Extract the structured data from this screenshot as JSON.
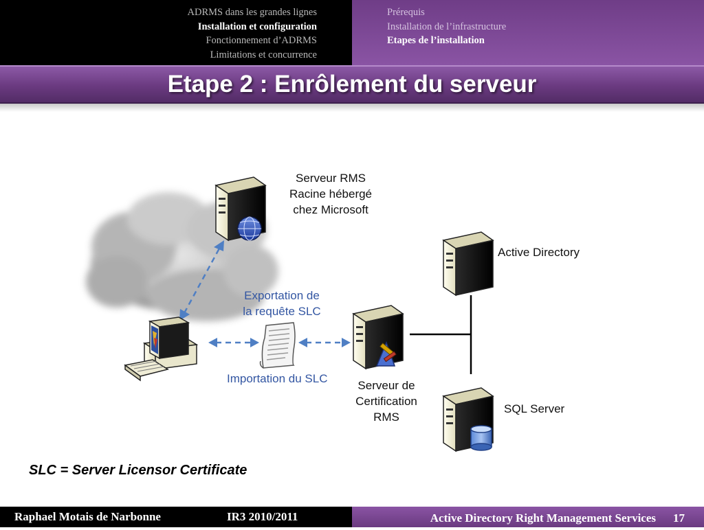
{
  "nav": {
    "left_items": [
      {
        "label": "ADRMS  dans les grandes lignes",
        "active": false
      },
      {
        "label": "Installation et configuration",
        "active": true
      },
      {
        "label": "Fonctionnement d’ADRMS",
        "active": false
      },
      {
        "label": "Limitations et concurrence",
        "active": false
      }
    ],
    "right_items": [
      {
        "label": "Prérequis",
        "active": false
      },
      {
        "label": "Installation de l’infrastructure",
        "active": false
      },
      {
        "label": "Etapes  de l’installation",
        "active": true
      }
    ]
  },
  "title": "Etape 2 : Enrôlement du serveur",
  "diagram": {
    "root_server_label": [
      "Serveur RMS",
      "Racine hébergé",
      "chez Microsoft"
    ],
    "active_directory_label": "Active Directory",
    "export_label": [
      "Exportation de",
      "la requête SLC"
    ],
    "import_label": "Importation du SLC",
    "cert_server_label": [
      "Serveur de",
      "Certification",
      "RMS"
    ],
    "sql_server_label": "SQL Server",
    "icons": [
      "cloud-icon",
      "server-globe-icon",
      "workstation-icon",
      "document-icon",
      "server-tools-icon",
      "server-icon",
      "server-database-icon"
    ]
  },
  "note": "SLC = Server Licensor Certificate",
  "footer": {
    "author": "Raphael Motais de Narbonne",
    "class": "IR3  2010/2011",
    "course": "Active Directory Right Management Services",
    "page": "17"
  },
  "colors": {
    "purple": "#7a4795",
    "nav_dark": "#000000",
    "arrow_blue": "#4f7fc4",
    "label_blue": "#3356a2"
  }
}
